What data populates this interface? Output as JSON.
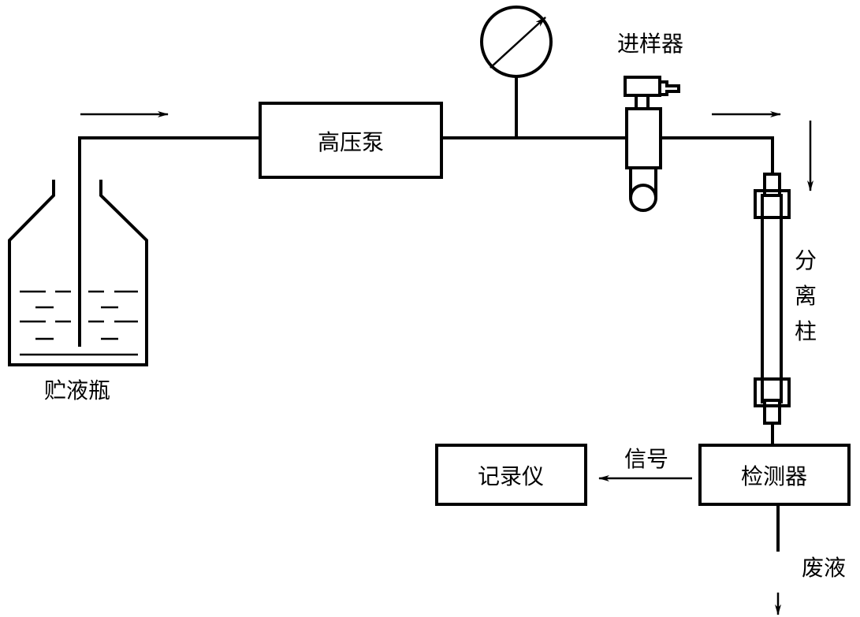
{
  "labels": {
    "reservoir": "贮液瓶",
    "pump": "高压泵",
    "injector": "进样器",
    "column_chars": [
      "分",
      "离",
      "柱"
    ],
    "detector": "检测器",
    "recorder": "记录仪",
    "signal": "信号",
    "waste": "废液"
  },
  "colors": {
    "line": "#000000",
    "background": "#ffffff"
  }
}
